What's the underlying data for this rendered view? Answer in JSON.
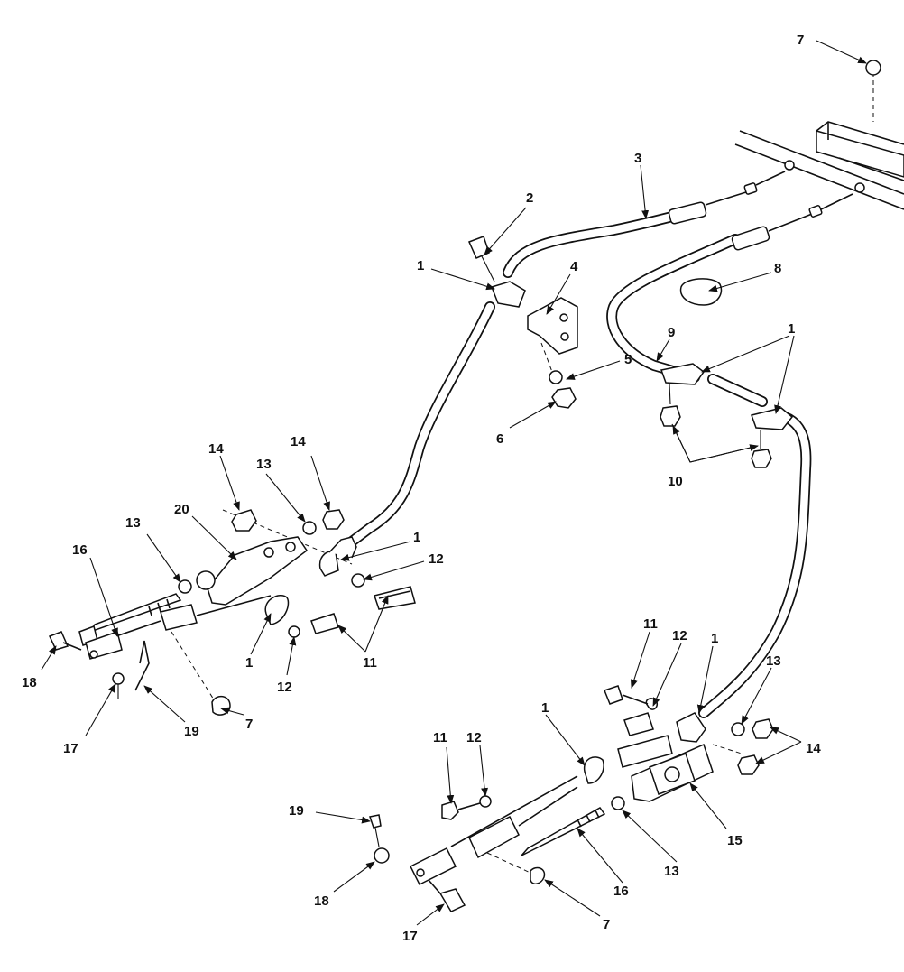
{
  "callouts": {
    "c1a": "1",
    "c1b": "1",
    "c1c": "1",
    "c1d": "1",
    "c1e": "1",
    "c1f": "1",
    "c2": "2",
    "c3": "3",
    "c4": "4",
    "c5": "5",
    "c6": "6",
    "c7a": "7",
    "c7b": "7",
    "c7c": "7",
    "c8": "8",
    "c9": "9",
    "c10": "10",
    "c11a": "11",
    "c11b": "11",
    "c11c": "11",
    "c12a": "12",
    "c12b": "12",
    "c12c": "12",
    "c12d": "12",
    "c13a": "13",
    "c13b": "13",
    "c13c": "13",
    "c13d": "13",
    "c14a": "14",
    "c14b": "14",
    "c14c": "14",
    "c15": "15",
    "c16a": "16",
    "c16b": "16",
    "c17a": "17",
    "c17b": "17",
    "c18a": "18",
    "c18b": "18",
    "c19a": "19",
    "c19b": "19",
    "c20": "20"
  },
  "colors": {
    "ink": "#111111",
    "paper": "#ffffff"
  }
}
